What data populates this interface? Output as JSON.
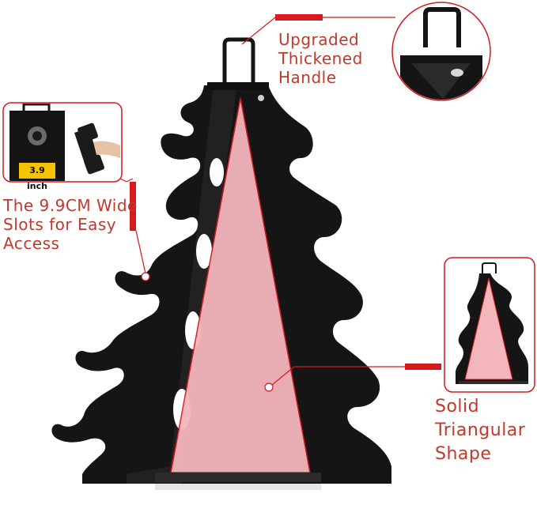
{
  "callouts": {
    "handle": {
      "lines": [
        "Upgraded",
        "Thickened",
        "Handle"
      ]
    },
    "slots": {
      "lines": [
        "The 9.9CM Wide",
        "Slots for Easy",
        "Access"
      ]
    },
    "shape": {
      "lines": [
        "Solid",
        "Triangular",
        "Shape"
      ]
    }
  },
  "inset_slot_measure": "3.9 inch",
  "colors": {
    "accent": "#d71920",
    "label_text": "#c0392b",
    "rack_body": "#151515",
    "triangle_highlight": "#f3b6bb",
    "measure_badge": "#f4c400"
  },
  "icons": {
    "rack": "dumbbell-rack-icon",
    "handle": "handle-icon",
    "dumbbell": "dumbbell-icon"
  }
}
